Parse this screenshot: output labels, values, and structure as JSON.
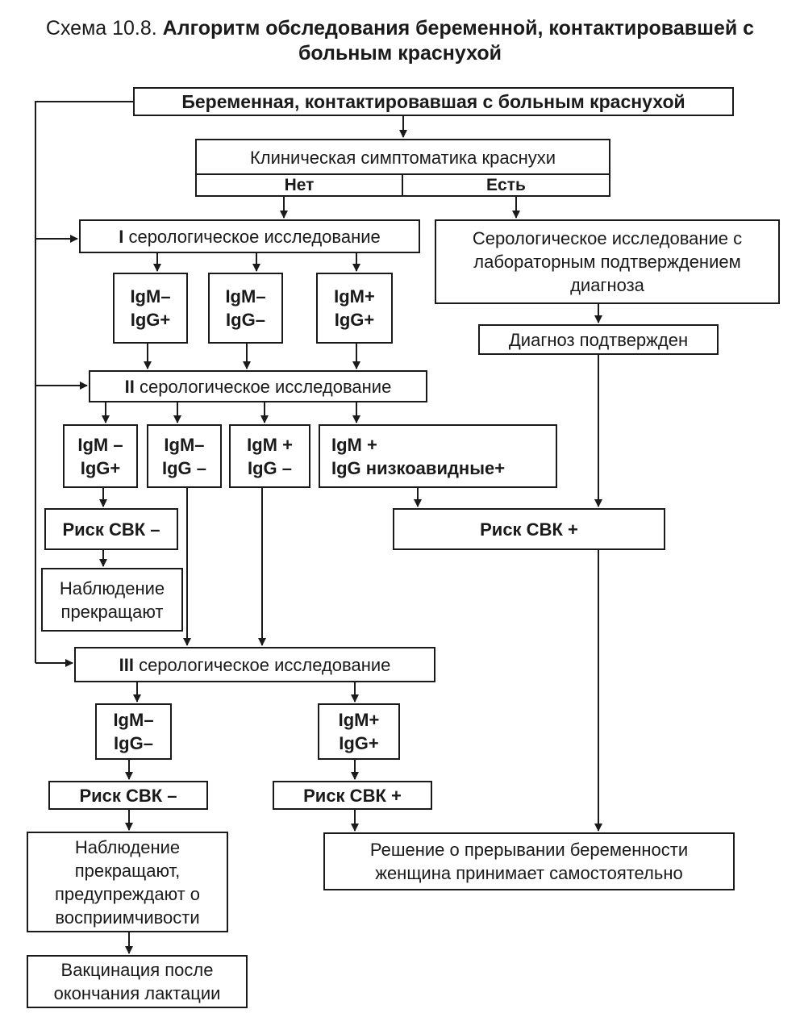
{
  "title": {
    "prefix": "Схема 10.8. ",
    "bold_line1": "Алгоритм обследования беременной, контактировавшей с",
    "bold_line2": "больным краснухой"
  },
  "nodes": {
    "start": "Беременная, контактировавшая с больным краснухой",
    "symptoms": "Клиническая симптоматика краснухи",
    "no": "Нет",
    "yes": "Есть",
    "sero1_num": "I",
    "sero1_text": " серологическое исследование",
    "s1_a": "IgM–\nIgG+",
    "s1_b": "IgM–\nIgG–",
    "s1_c": "IgM+\nIgG+",
    "sero_confirm": "Серологическое исследование с лабораторным подтверждением диагноза",
    "diag_confirmed": "Диагноз подтвержден",
    "sero2_num": "II",
    "sero2_text": " серологическое исследование",
    "s2_a": "IgM –\nIgG+",
    "s2_b": "IgM–\nIgG –",
    "s2_c": "IgM +\nIgG –",
    "s2_d": "IgM +\nIgG  низкоавидные+",
    "risk_neg_1": "Риск СВК –",
    "risk_pos_1": "Риск СВК +",
    "observe_stop_1": "Наблюдение\nпрекращают",
    "sero3_num": "III",
    "sero3_text": " серологическое исследование",
    "s3_a": "IgM–\nIgG–",
    "s3_b": "IgM+\nIgG+",
    "risk_neg_2": "Риск СВК –",
    "risk_pos_2": "Риск СВК +",
    "observe_stop_2": "Наблюдение\nпрекращают,\nпредупреждают о\nвосприимчивости",
    "decision": "Решение о прерывании беременности\nженщина принимает самостоятельно",
    "vaccination": "Вакцинация после\nокончания лактации"
  }
}
